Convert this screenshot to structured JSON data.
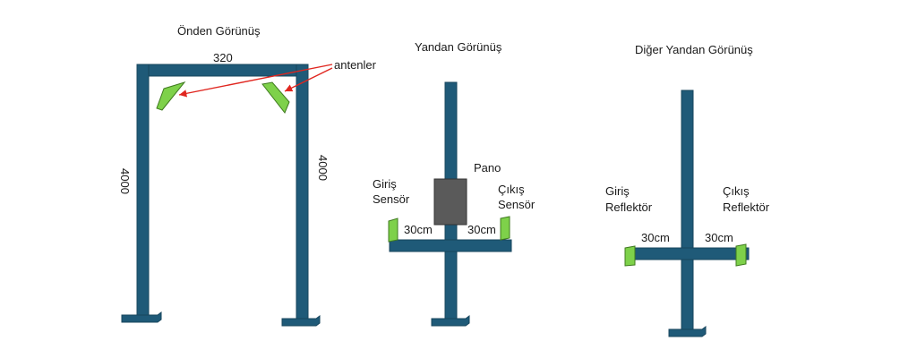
{
  "front_view": {
    "title": "Önden Görünüş",
    "top_width_label": "320",
    "left_height_label": "4000",
    "right_height_label": "4000",
    "antenna_label": "antenler"
  },
  "side_view": {
    "title": "Yandan Görünüş",
    "panel_label": "Pano",
    "entry_sensor_line1": "Giriş",
    "entry_sensor_line2": "Sensör",
    "exit_sensor_line1": "Çıkış",
    "exit_sensor_line2": "Sensör",
    "left_distance": "30cm",
    "right_distance": "30cm"
  },
  "other_side_view": {
    "title": "Diğer Yandan Görünüş",
    "entry_reflector_line1": "Giriş",
    "entry_reflector_line2": "Reflektör",
    "exit_reflector_line1": "Çıkış",
    "exit_reflector_line2": "Reflektör",
    "left_distance": "30cm",
    "right_distance": "30cm"
  },
  "colors": {
    "structure": "#1f5a78",
    "component": "#7ed14a",
    "panel": "#5a5a5a",
    "arrow": "#e0261f"
  }
}
